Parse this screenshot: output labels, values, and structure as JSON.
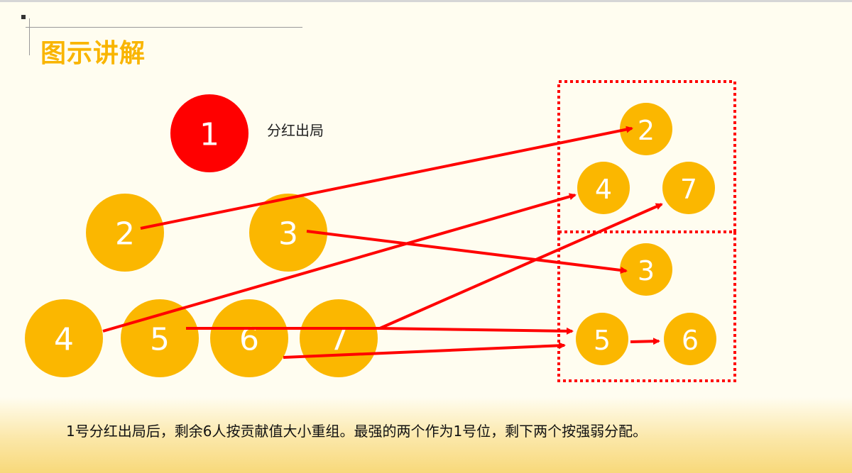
{
  "title": "图示讲解",
  "out_node": {
    "label": "1",
    "color": "#ff0000",
    "note": "分红出局"
  },
  "nodes": [
    "2",
    "3",
    "4",
    "5",
    "6",
    "7"
  ],
  "group_nodes": [
    "2",
    "4",
    "7",
    "3",
    "5",
    "6"
  ],
  "node_color": "#fbb700",
  "arrow_color": "#ff0000",
  "group_border_color": "#ff0000",
  "caption": "1号分红出局后，剩余6人按贡献值大小重组。最强的两个作为1号位，剩下两个按强弱分配。"
}
